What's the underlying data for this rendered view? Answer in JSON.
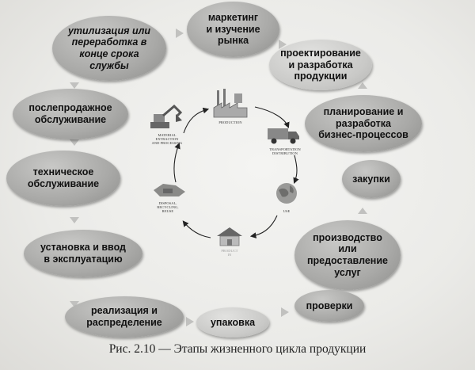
{
  "stages": {
    "marketing": "маркетинг\nи изучение\nрынка",
    "design": "проектирование\nи разработка\nпродукции",
    "planning": "планирование и\nразработка\nбизнес-процессов",
    "purchasing": "закупки",
    "production": "производство\nили\nпредоставление\nуслуг",
    "inspection": "проверки",
    "packaging": "упаковка",
    "sales": "реализация и\nраспределение",
    "installation": "установка и ввод\nв эксплуатацию",
    "maintenance": "техническое\nобслуживание",
    "after_sales": "послепродажное\nобслуживание",
    "disposal": "утилизация или\nпереработка в\nконце срока\nслужбы"
  },
  "inner_cycle": {
    "material": "MATERIAL\nEXTRACTION\nAND PROCESSING",
    "production": "PRODUCTION",
    "transport": "TRANSPORTATION\nDISTRIBUTION",
    "use": "USE",
    "product": "PRODUCT\nIN",
    "disposal": "DISPOSAL,\nRECYCLING,\nREUSE"
  },
  "caption": "Рис. 2.10 — Этапы жизненного цикла продукции",
  "icons": [
    "excavator-icon",
    "factory-icon",
    "truck-icon",
    "globe-icon",
    "house-icon",
    "waste-icon"
  ]
}
